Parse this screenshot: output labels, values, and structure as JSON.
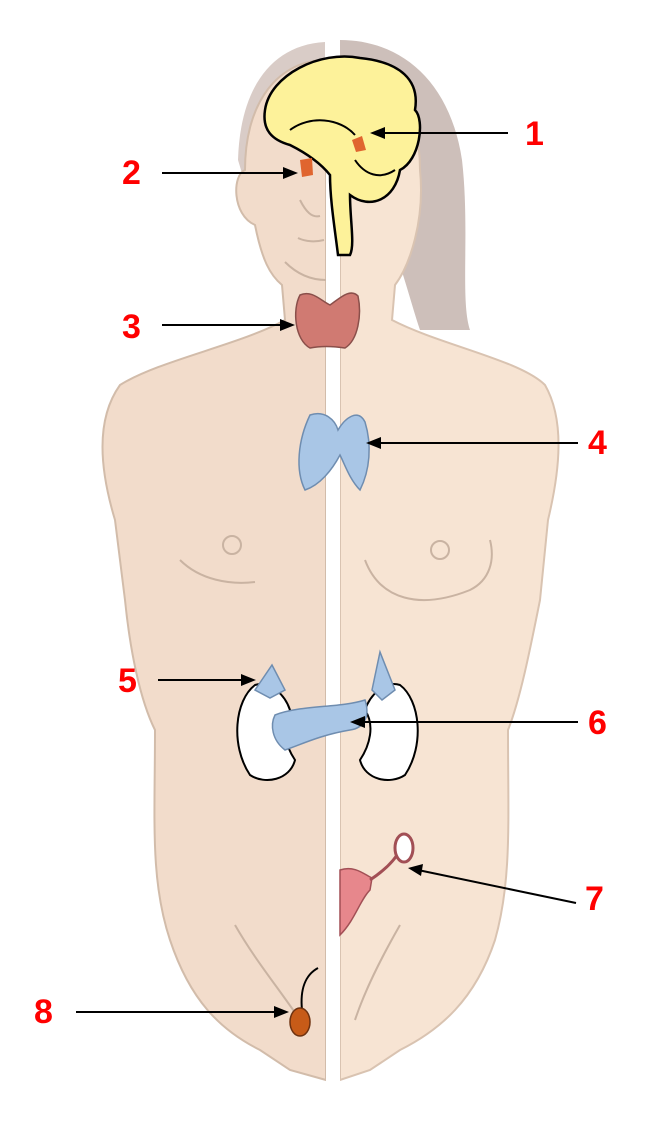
{
  "colors": {
    "skin_left": "#f2dccb",
    "skin_right": "#f7e4d3",
    "outline": "#c9b3a2",
    "hair": "#cdbfba",
    "brain": "#fdf29a",
    "pituitary": "#e0652f",
    "thyroid": "#d07a72",
    "thymus": "#a9c6e6",
    "kidney": "#ffffff",
    "ovary": "#e7878c",
    "testis": "#c75b18",
    "label": "#ff0000",
    "arrow": "#000000"
  },
  "labels": [
    {
      "id": "l1",
      "text": "1"
    },
    {
      "id": "l2",
      "text": "2"
    },
    {
      "id": "l3",
      "text": "3"
    },
    {
      "id": "l4",
      "text": "4"
    },
    {
      "id": "l5",
      "text": "5"
    },
    {
      "id": "l6",
      "text": "6"
    },
    {
      "id": "l7",
      "text": "7"
    },
    {
      "id": "l8",
      "text": "8"
    }
  ]
}
